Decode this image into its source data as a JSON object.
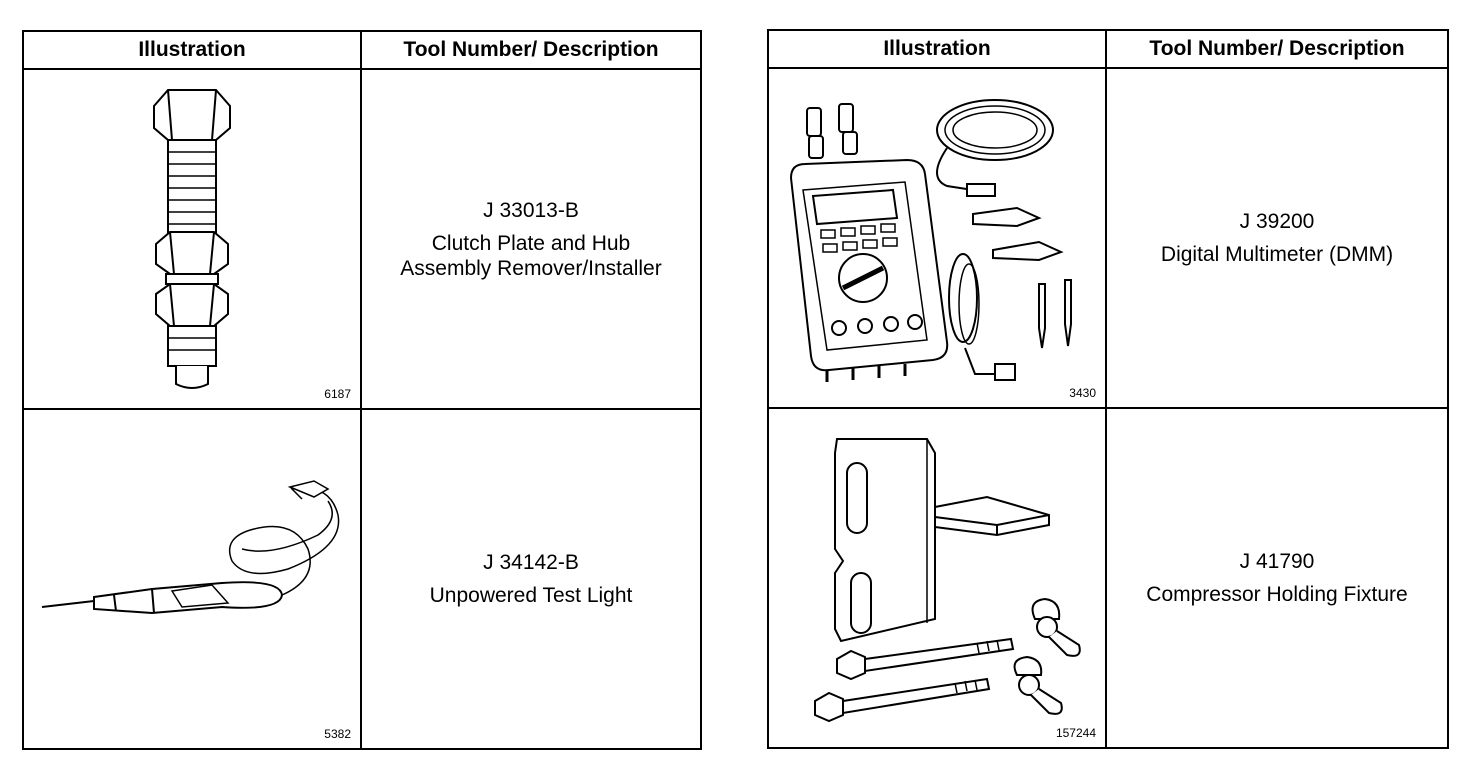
{
  "tables": [
    {
      "headers": {
        "illustration": "Illustration",
        "tool": "Tool Number/ Description"
      },
      "rows": [
        {
          "figure_number": "6187",
          "tool_number": "J 33013-B",
          "description_lines": [
            "Clutch Plate and Hub",
            "Assembly Remover/Installer"
          ],
          "icon": "clutch-plate-hub-remover-icon"
        },
        {
          "figure_number": "5382",
          "tool_number": "J 34142-B",
          "description_lines": [
            "Unpowered Test Light"
          ],
          "icon": "test-light-icon"
        }
      ]
    },
    {
      "headers": {
        "illustration": "Illustration",
        "tool": "Tool Number/ Description"
      },
      "rows": [
        {
          "figure_number": "3430",
          "tool_number": "J 39200",
          "description_lines": [
            "Digital Multimeter (DMM)"
          ],
          "icon": "digital-multimeter-icon"
        },
        {
          "figure_number": "157244",
          "tool_number": "J 41790",
          "description_lines": [
            "Compressor Holding Fixture"
          ],
          "icon": "compressor-holding-fixture-icon"
        }
      ]
    }
  ]
}
